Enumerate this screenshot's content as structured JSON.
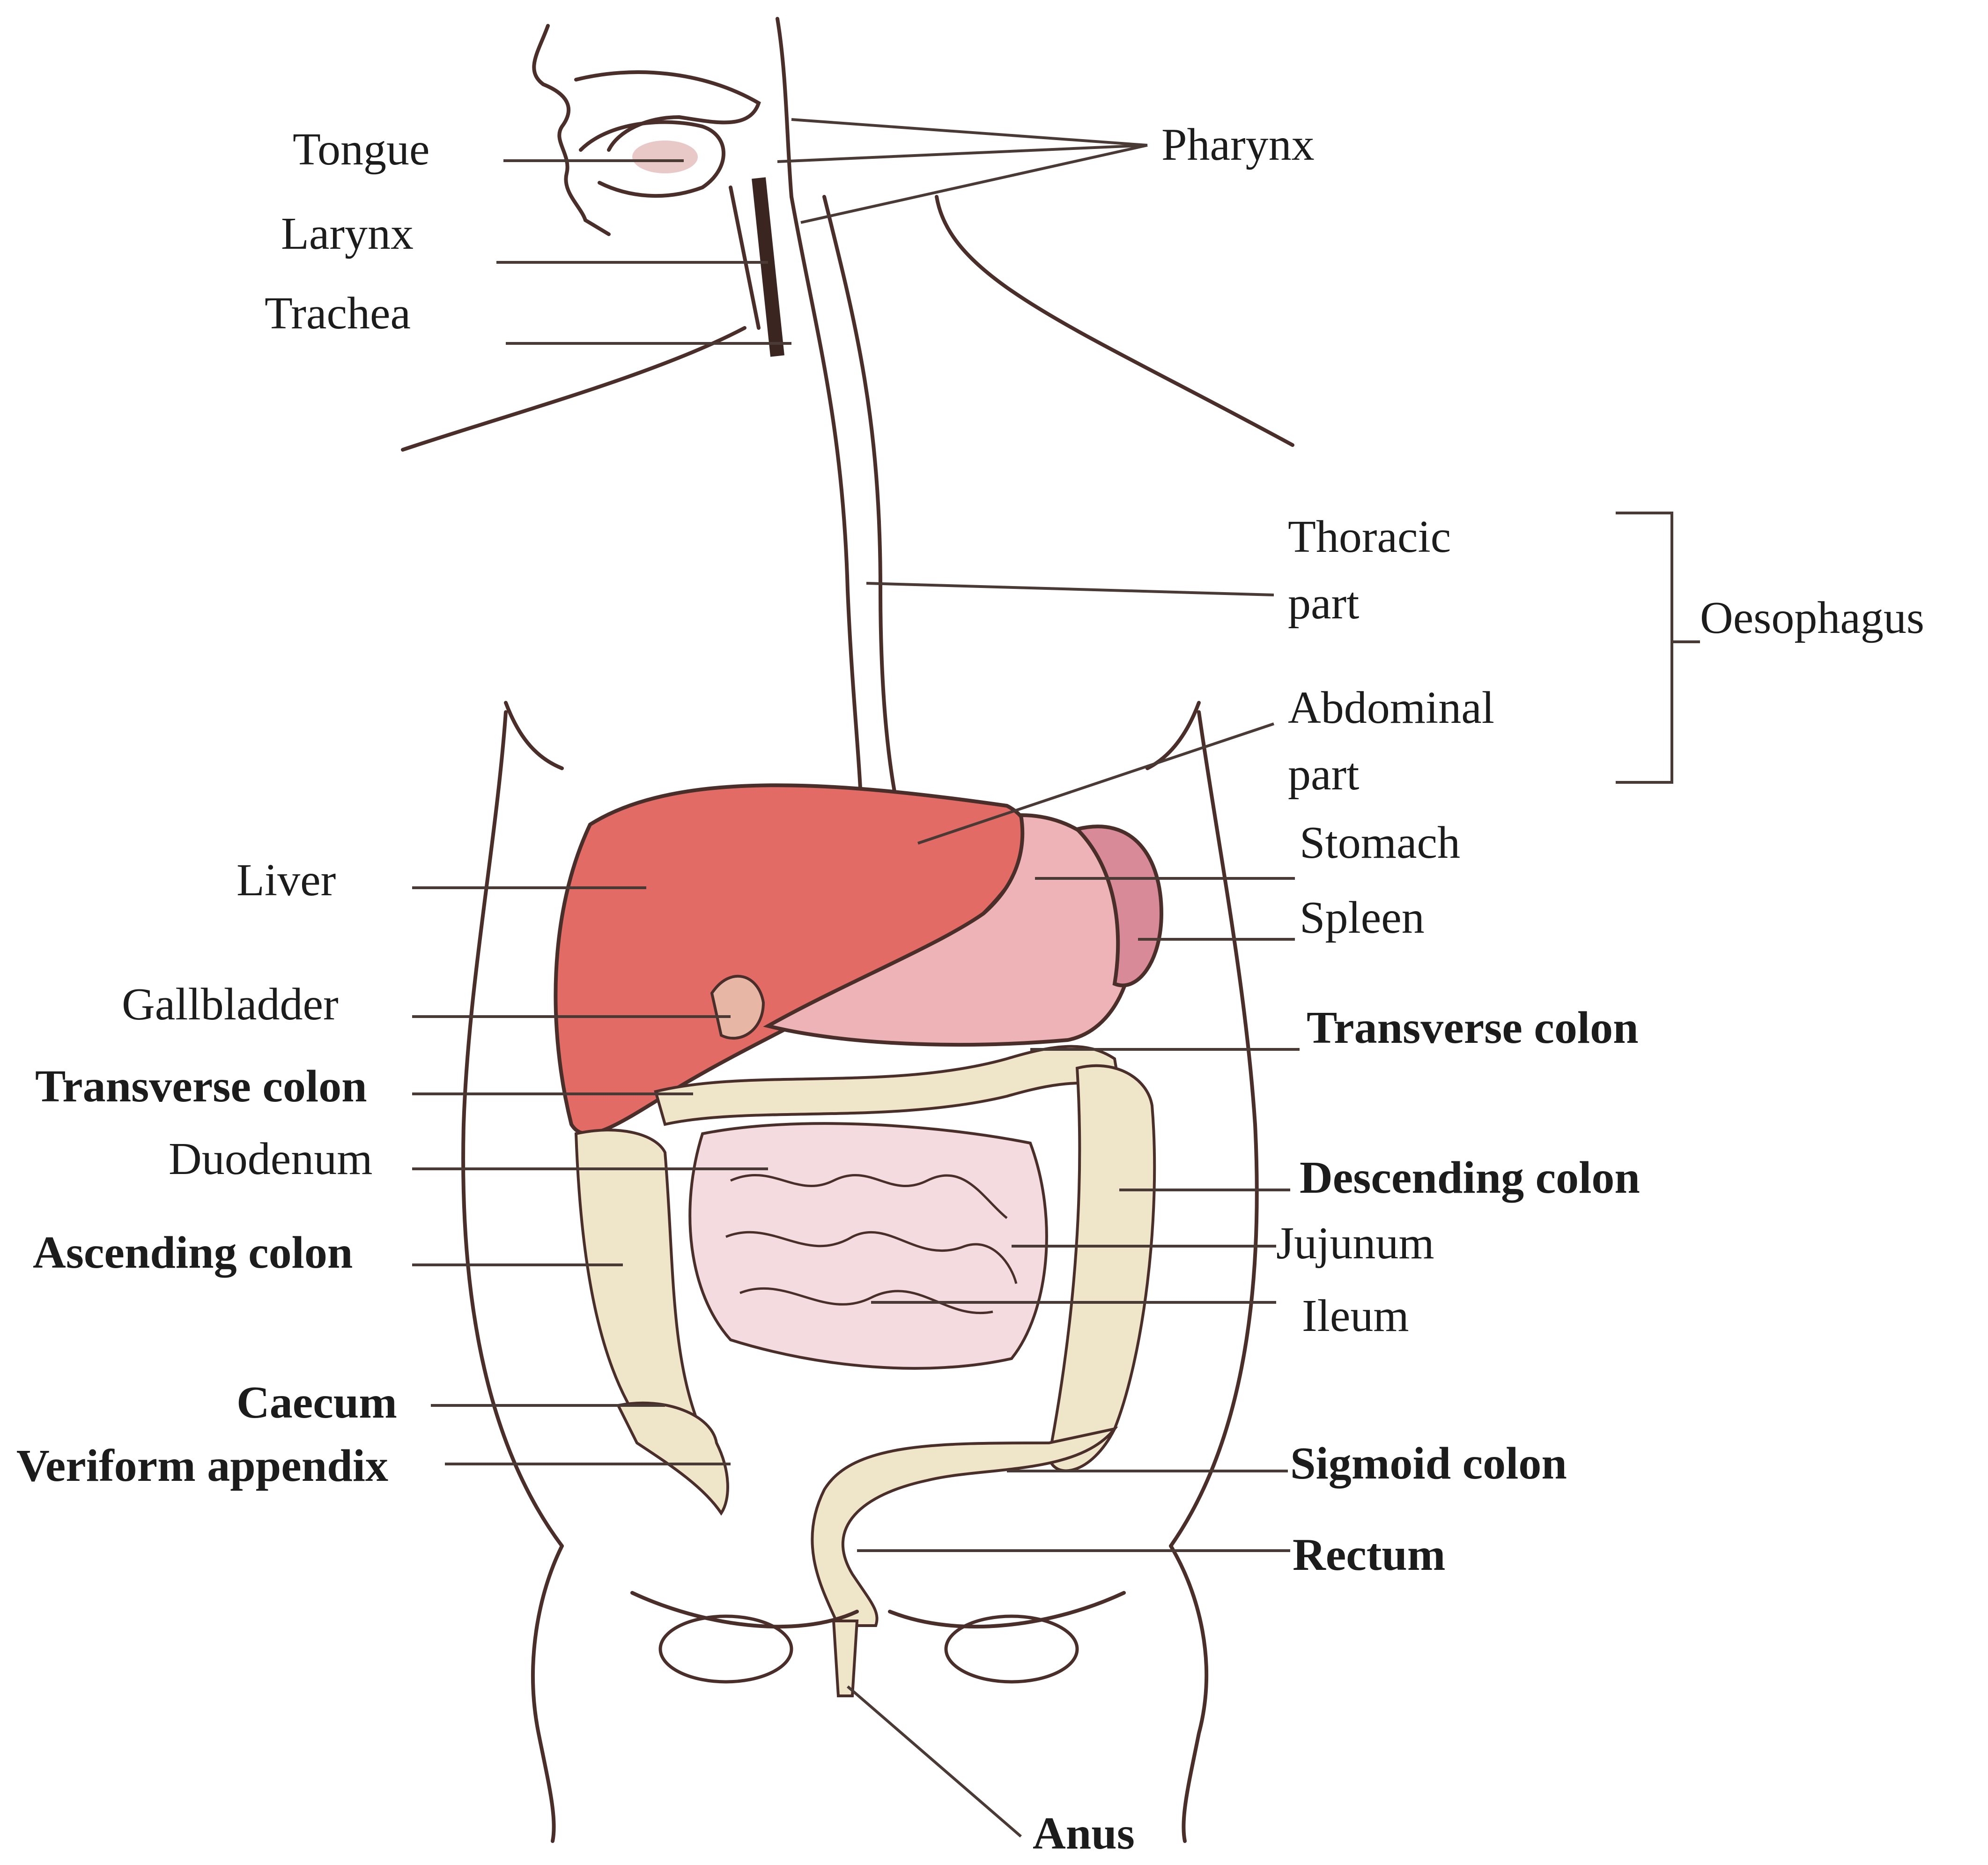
{
  "labels": {
    "tongue": "Tongue",
    "larynx": "Larynx",
    "trachea": "Trachea",
    "pharynx": "Pharynx",
    "thoracic_part": "Thoracic\npart",
    "abdominal_part": "Abdominal\npart",
    "oesophagus": "Oesophagus",
    "liver": "Liver",
    "stomach": "Stomach",
    "spleen": "Spleen",
    "gallbladder": "Gallbladder",
    "transverse_colon_right": "Transverse colon",
    "transverse_colon_left": "Transverse colon",
    "duodenum": "Duodenum",
    "descending_colon": "Descending colon",
    "ascending_colon": "Ascending colon",
    "jujunum": "Jujunum",
    "ileum": "Ileum",
    "caecum": "Caecum",
    "veriform_appendix": "Veriform appendix",
    "sigmoid_colon": "Sigmoid colon",
    "rectum": "Rectum",
    "anus": "Anus"
  },
  "colors": {
    "liver": "#e36b66",
    "stomach": "#eeb3b6",
    "spleen": "#d98a98",
    "intestine": "#f3dbdf",
    "colon": "#efe5c9",
    "outline": "#4a2e2a"
  }
}
